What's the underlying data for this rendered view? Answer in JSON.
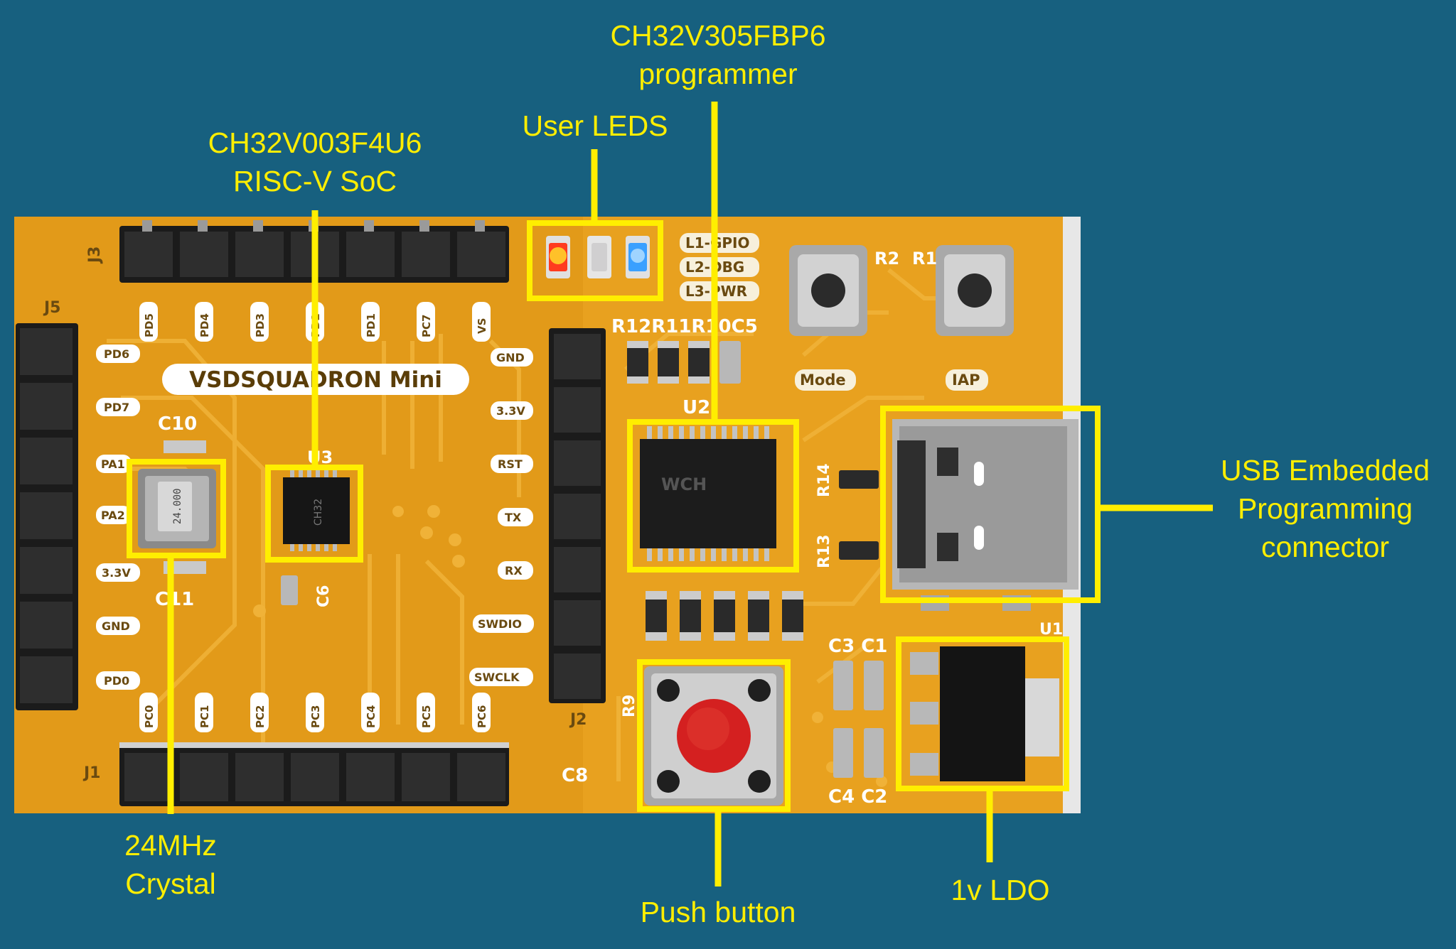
{
  "callouts": {
    "programmer": {
      "line1": "CH32V305FBP6",
      "line2": "programmer"
    },
    "user_leds": {
      "label": "User LEDS"
    },
    "soc": {
      "line1": "CH32V003F4U6",
      "line2": "RISC-V SoC"
    },
    "usb": {
      "line1": "USB Embedded",
      "line2": "Programming",
      "line3": "connector"
    },
    "crystal": {
      "line1": "24MHz",
      "line2": "Crystal"
    },
    "push_button": {
      "label": "Push button"
    },
    "ldo": {
      "label": "1v LDO"
    }
  },
  "board": {
    "name": "VSDSQUADRON Mini",
    "header_j3": "J3",
    "header_j5": "J5",
    "header_j1": "J1",
    "header_j2": "J2",
    "top_pins": [
      "PD5",
      "PD4",
      "PD3",
      "PD2",
      "PD1",
      "PC7",
      "VS"
    ],
    "left_pins": [
      "PD6",
      "PD7",
      "PA1",
      "PA2",
      "3.3V",
      "GND",
      "PD0"
    ],
    "bottom_pins": [
      "PC0",
      "PC1",
      "PC2",
      "PC3",
      "PC4",
      "PC5",
      "PC6"
    ],
    "right_pins": [
      "GND",
      "3.3V",
      "RST",
      "TX",
      "RX",
      "SWDIO",
      "SWCLK"
    ],
    "led_labels": [
      "L1-GPIO",
      "L2-DBG",
      "L3-PWR"
    ],
    "btn_labels": [
      "Mode",
      "IAP"
    ],
    "ref_r_row": "R12R11R10C5",
    "ref_u2": "U2",
    "ref_u3": "U3",
    "ref_u1": "U1",
    "ref_c10": "C10",
    "ref_c11": "C11",
    "ref_c6": "C6",
    "ref_r2": "R2",
    "ref_r1": "R1",
    "ref_r14": "R14",
    "ref_r13": "R13",
    "ref_c3c1": "C3 C1",
    "ref_c4c2": "C4 C2",
    "ref_c8": "C8",
    "ref_r9": "R9",
    "crystal_marking": "24.000",
    "soc_marking": "CH32",
    "ic_marking": "WCH"
  },
  "colors": {
    "background": "#17607f",
    "highlight": "#ffee00",
    "board": "#e8a11f",
    "board_dark": "#d98f10",
    "led_red": "#ff3b1f",
    "led_blue": "#3aa0ff",
    "button_red": "#d42020"
  }
}
